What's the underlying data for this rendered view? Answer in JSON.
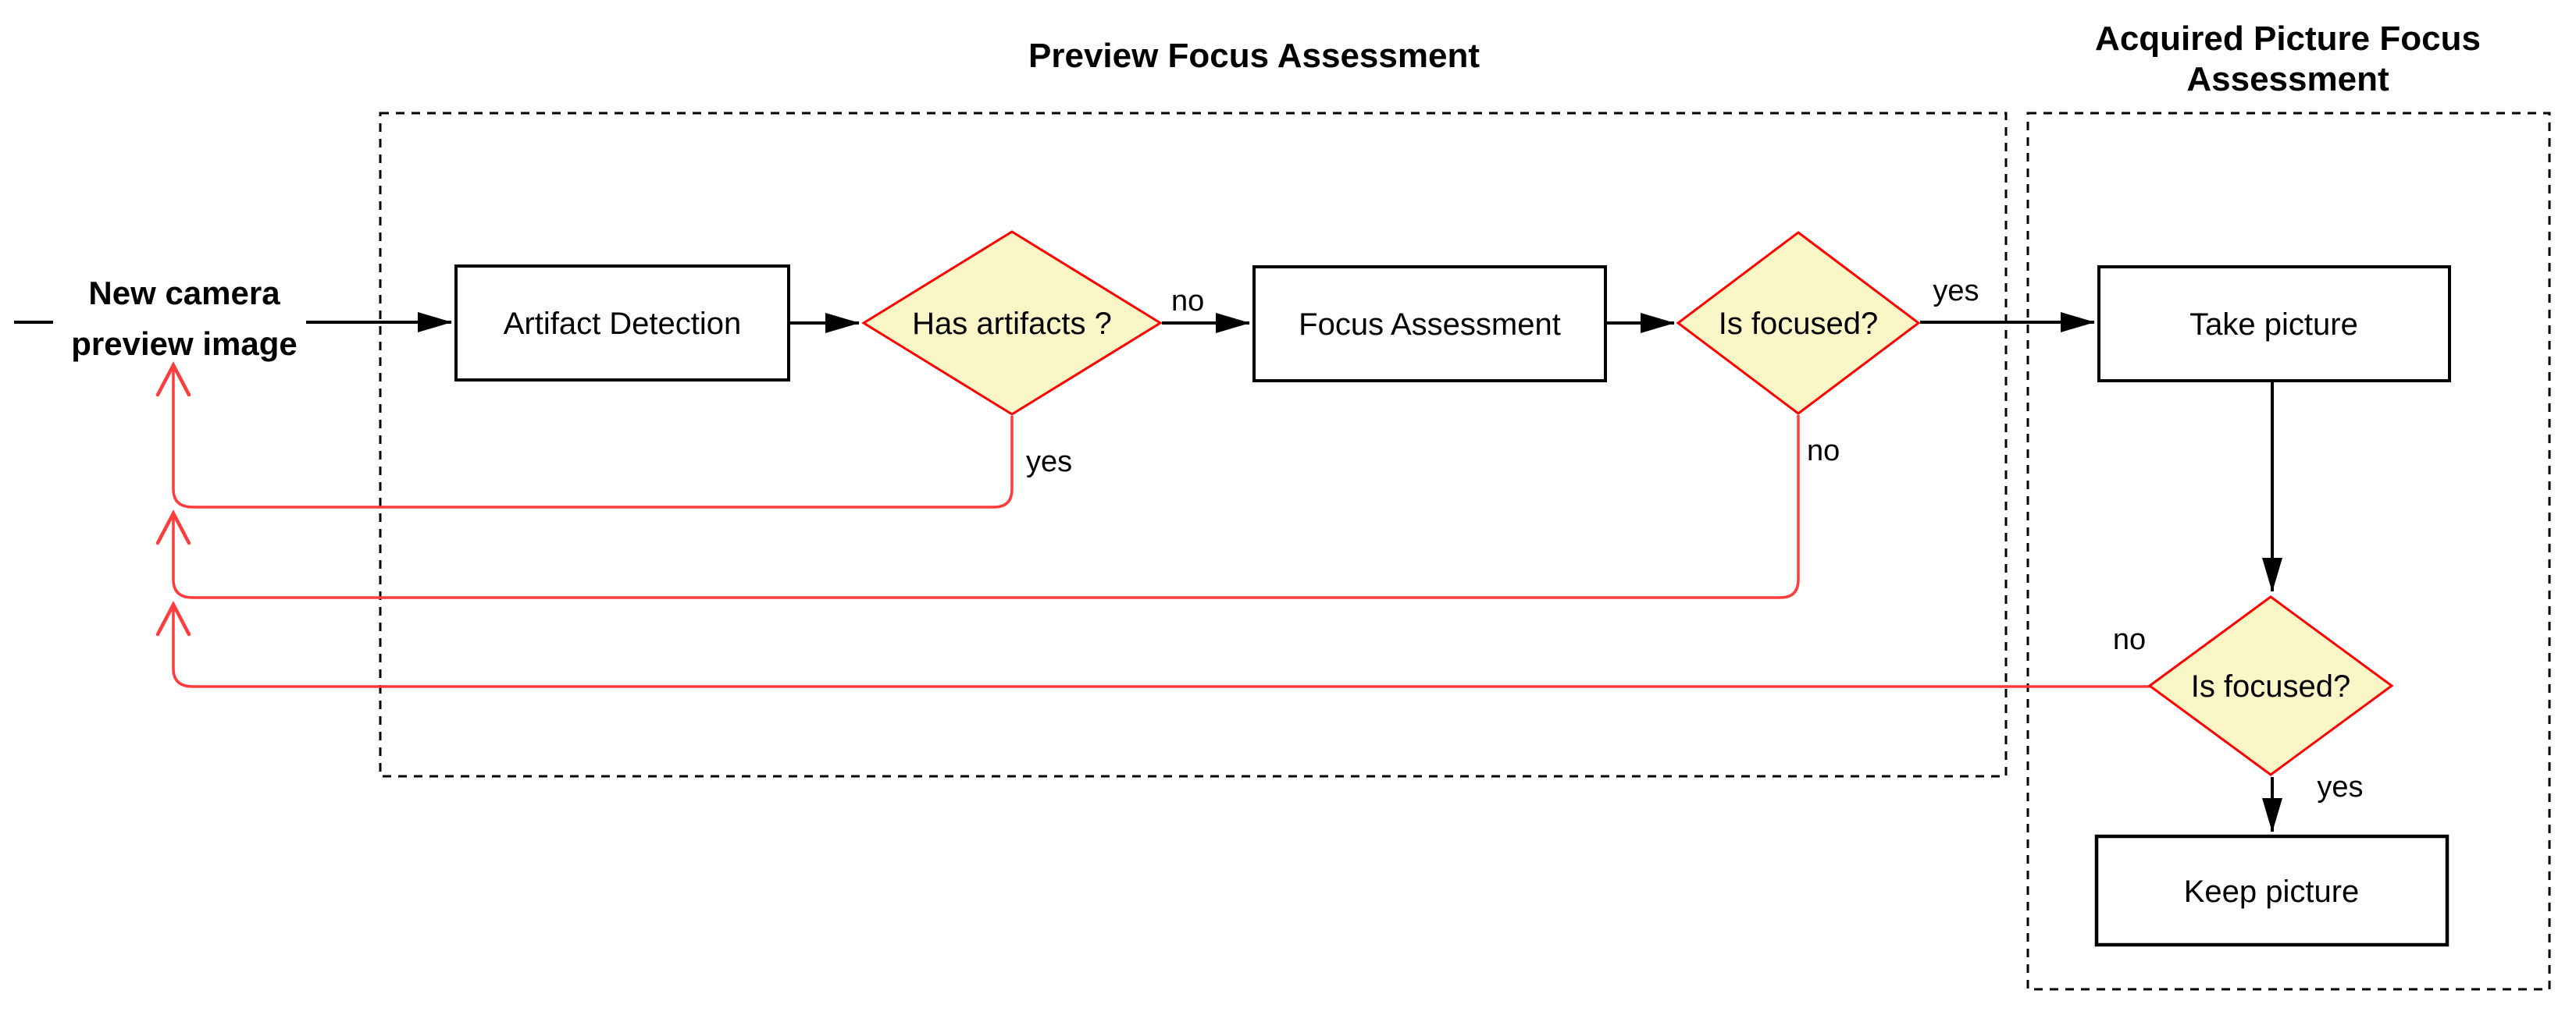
{
  "containers": [
    {
      "id": "preview_focus",
      "title_lines": [
        "Preview Focus Assessment"
      ]
    },
    {
      "id": "acquired_focus",
      "title_lines": [
        "Acquired Picture Focus",
        "Assessment"
      ]
    }
  ],
  "nodes": {
    "start_label": {
      "lines": [
        "New camera",
        "preview image"
      ]
    },
    "artifact_detection": {
      "label": "Artifact Detection",
      "type": "process"
    },
    "has_artifacts": {
      "label": "Has artifacts ?",
      "type": "decision"
    },
    "focus_assessment": {
      "label": "Focus Assessment",
      "type": "process"
    },
    "is_focused_preview": {
      "label": "Is focused?",
      "type": "decision"
    },
    "take_picture": {
      "label": "Take picture",
      "type": "process"
    },
    "is_focused_acquired": {
      "label": "Is focused?",
      "type": "decision"
    },
    "keep_picture": {
      "label": "Keep picture",
      "type": "process"
    }
  },
  "edge_labels": {
    "has_artifacts_no": "no",
    "has_artifacts_yes": "yes",
    "is_focused_preview_yes": "yes",
    "is_focused_preview_no": "no",
    "is_focused_acquired_no": "no",
    "is_focused_acquired_yes": "yes"
  },
  "colors": {
    "decision_fill": "#faf6c8",
    "decision_border": "#ff0000",
    "feedback_red": "#ff3b3b",
    "flow_black": "#000000"
  }
}
